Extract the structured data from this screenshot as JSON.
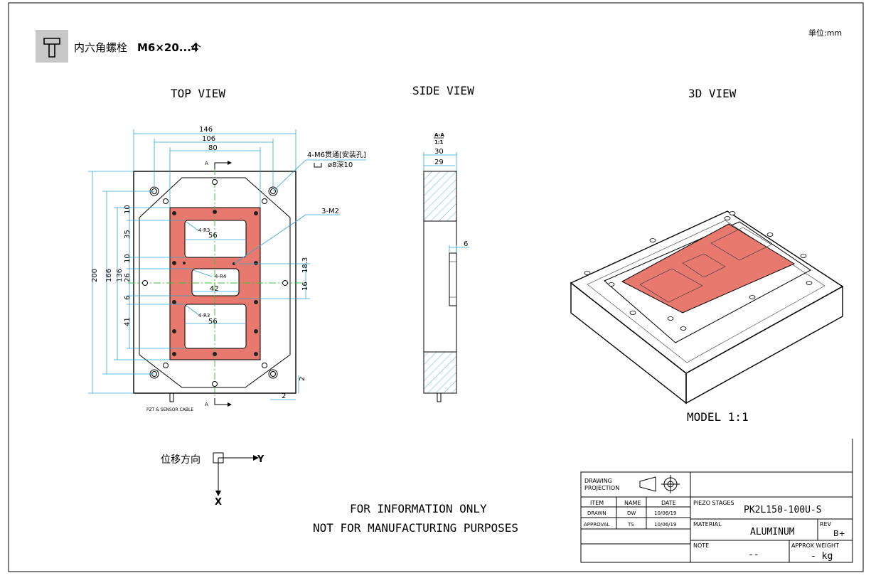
{
  "header": {
    "hardware_text": "内六角螺栓",
    "hardware_spec": "M6×20...4",
    "hardware_unit": "个",
    "units": "单位:mm",
    "icon": "hex-bolt-icon"
  },
  "views": {
    "top": "TOP VIEW",
    "side": "SIDE VIEW",
    "iso": "3D VIEW",
    "model_scale": "MODEL 1:1"
  },
  "top_view": {
    "section_marker": "A",
    "dims_horizontal": [
      "146",
      "106",
      "80",
      "56",
      "42",
      "56"
    ],
    "dims_vertical": [
      "200",
      "166",
      "136",
      "10",
      "35",
      "10",
      "26",
      "6",
      "41",
      "18.3",
      "16",
      "2",
      "2"
    ],
    "hole_callout_1": "4-M6贯通[安装孔]",
    "hole_callout_2": "ø8深10",
    "hole_callout_3": "3-M2",
    "radius_labels": [
      "4-R3",
      "4-R4",
      "4-R3"
    ],
    "cable_label": "PZT & SENSOR CABLE"
  },
  "side_view": {
    "section_label": "A-A",
    "section_scale": "1:1",
    "dims": [
      "30",
      "29",
      "6"
    ]
  },
  "axes": {
    "label": "位移方向",
    "y": "Y",
    "x": "X"
  },
  "notice": {
    "line1": "FOR INFORMATION ONLY",
    "line2": "NOT FOR MANUFACTURING PURPOSES"
  },
  "title_block": {
    "projection_label_1": "DRAWING",
    "projection_label_2": "PROJECTION",
    "col_item": "ITEM",
    "col_name": "NAME",
    "col_date": "DATE",
    "row_drawn": "DRAWN",
    "drawn_name": "DW",
    "drawn_date": "10/06/19",
    "row_approval": "APPROVAL",
    "approval_name": "TS",
    "approval_date": "10/06/19",
    "product_label": "PIEZO STAGES",
    "product_code": "PK2L150-100U-S",
    "material_label": "MATERIAL",
    "material_value": "ALUMINUM",
    "rev_label": "REV",
    "rev_value": "B+",
    "note_label": "NOTE",
    "note_value": "--",
    "weight_label": "APPROX WEIGHT",
    "weight_value": "- kg"
  },
  "colors": {
    "dimension": "#2aa6d6",
    "centerline": "#3ec33e",
    "mount_plate": "#e8796f",
    "header_box": "#c8c8c8"
  }
}
